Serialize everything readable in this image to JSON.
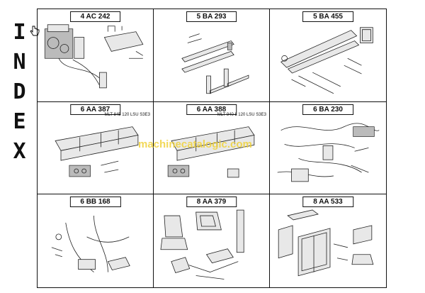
{
  "side_title": [
    "I",
    "N",
    "D",
    "E",
    "X"
  ],
  "cells": [
    {
      "label": "4 AC 242",
      "sublabel": ""
    },
    {
      "label": "5 BA 293",
      "sublabel": ""
    },
    {
      "label": "5 BA 455",
      "sublabel": ""
    },
    {
      "label": "6 AA 387",
      "sublabel": "MLT 845 120 LSU S3E3"
    },
    {
      "label": "6 AA 388",
      "sublabel": "MLT 940 L 120 LSU S3E3"
    },
    {
      "label": "6 BA 230",
      "sublabel": ""
    },
    {
      "label": "6 BB 168",
      "sublabel": ""
    },
    {
      "label": "8 AA 379",
      "sublabel": ""
    },
    {
      "label": "8 AA 533",
      "sublabel": ""
    }
  ],
  "watermark": "machinecatalogic.com"
}
